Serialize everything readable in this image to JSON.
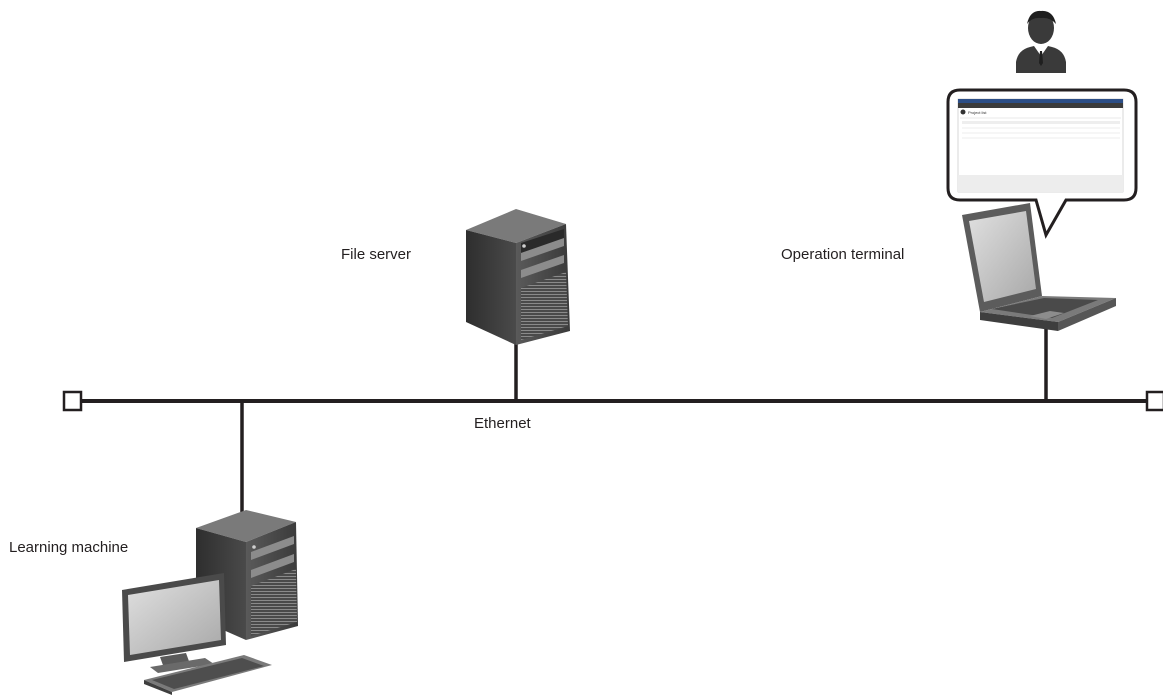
{
  "labels": {
    "file_server": "File server",
    "operation_terminal": "Operation terminal",
    "ethernet": "Ethernet",
    "learning_machine": "Learning machine"
  },
  "screen": {
    "title": "Project list"
  },
  "colors": {
    "line": "#231f20",
    "device_dark": "#3d3d3d",
    "device_mid": "#6a6a6a",
    "device_light": "#9a9a9a",
    "screen_glass": "#c9c9c9"
  },
  "icons": [
    "user-icon",
    "file-server-icon",
    "laptop-icon",
    "desktop-pc-icon",
    "terminator-icon"
  ]
}
